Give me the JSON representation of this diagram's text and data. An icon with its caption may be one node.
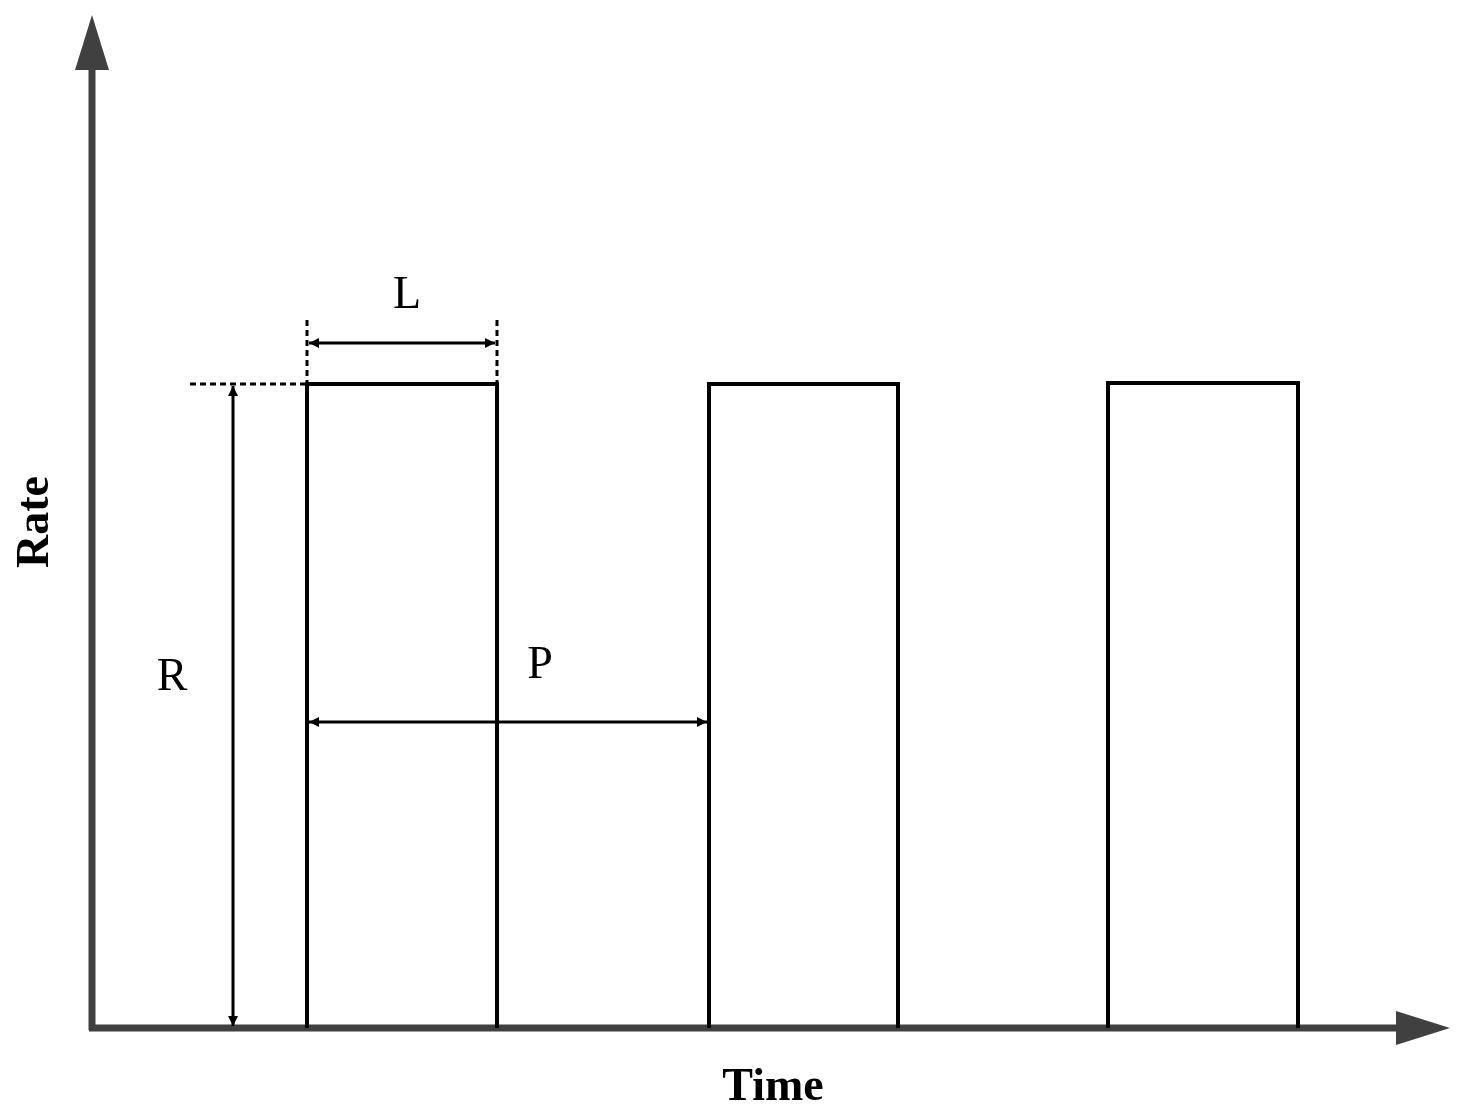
{
  "diagram": {
    "labels": [
      "L",
      "P",
      "R",
      "Rate",
      "Time"
    ]
  }
}
